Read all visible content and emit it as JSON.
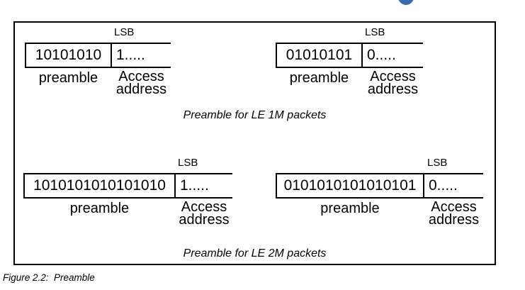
{
  "icon": {
    "name": "annotation-badge",
    "color": "#3b6ab5"
  },
  "labels": {
    "lsb": "LSB",
    "preamble": "preamble",
    "access_line1": "Access",
    "access_line2": "address"
  },
  "diagrams": [
    {
      "id": "le1m-left",
      "preamble_bits": "10101010",
      "access_bits": "1....."
    },
    {
      "id": "le1m-right",
      "preamble_bits": "01010101",
      "access_bits": "0....."
    },
    {
      "id": "le2m-left",
      "preamble_bits": "1010101010101010",
      "access_bits": "1....."
    },
    {
      "id": "le2m-right",
      "preamble_bits": "0101010101010101",
      "access_bits": "0....."
    }
  ],
  "captions": {
    "le1m": "Preamble for LE 1M packets",
    "le2m": "Preamble for LE 2M packets"
  },
  "figure_caption": "Figure 2.2:  Preamble",
  "colors": {
    "line": "#000000",
    "text": "#000000",
    "background": "#ffffff"
  }
}
